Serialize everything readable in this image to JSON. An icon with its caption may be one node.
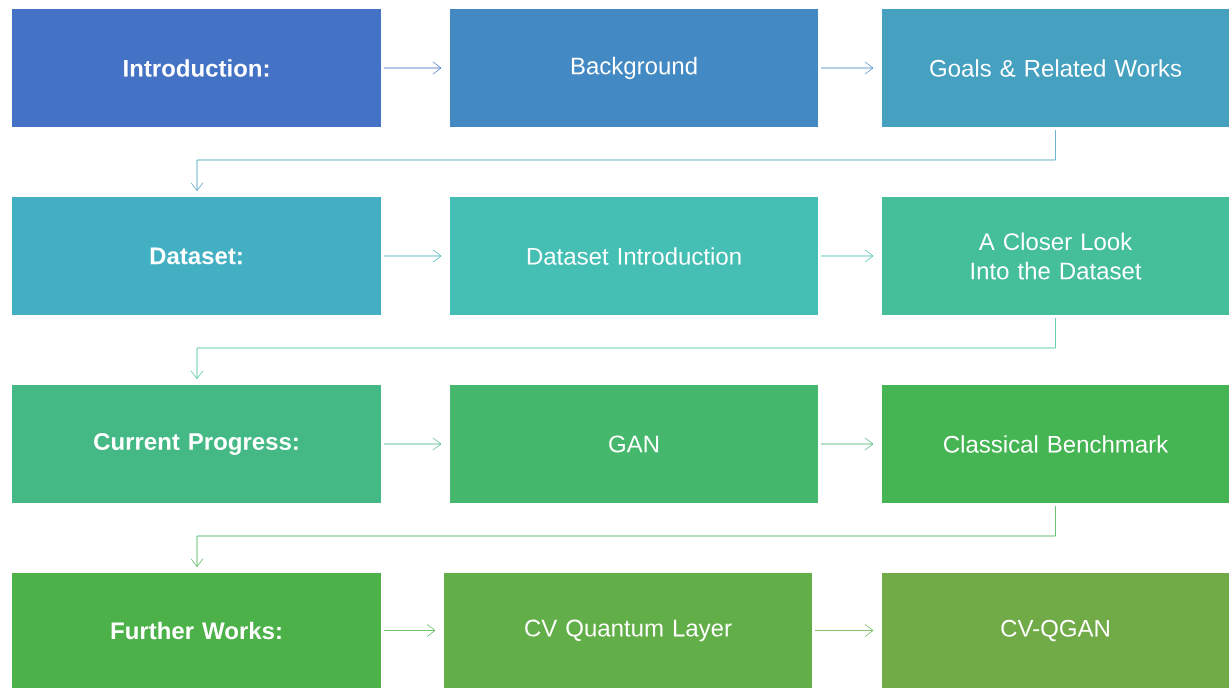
{
  "diagram": {
    "nodes": [
      {
        "text": [
          "Introduction:"
        ]
      },
      {
        "text": [
          "Background"
        ]
      },
      {
        "text": [
          "Goals & Related Works"
        ]
      },
      {
        "text": [
          "Dataset:"
        ]
      },
      {
        "text": [
          "Dataset Introduction"
        ]
      },
      {
        "text": [
          "A Closer Look Into the Dataset"
        ]
      },
      {
        "text": [
          "Current Progress:"
        ]
      },
      {
        "text": [
          "GAN"
        ]
      },
      {
        "text": [
          "Classical Benchmark"
        ]
      },
      {
        "text": [
          "Further Works:"
        ]
      },
      {
        "text": [
          "CV Quantum Layer"
        ]
      },
      {
        "text": [
          "CV-QGAN"
        ]
      }
    ],
    "edges": [
      {
        "from": 0,
        "to": 1,
        "arrow": "to",
        "color": "#4472c4"
      },
      {
        "from": 1,
        "to": 2,
        "arrow": "to",
        "color": "#4389c3"
      },
      {
        "from": 2,
        "to": 3,
        "arrow": "to",
        "color": "#46a0c0"
      },
      {
        "from": 3,
        "to": 4,
        "arrow": "to",
        "color": "#42b0c2"
      },
      {
        "from": 4,
        "to": 5,
        "arrow": "to",
        "color": "#45bfb3"
      },
      {
        "from": 5,
        "to": 6,
        "arrow": "to",
        "color": "#44bf9a"
      },
      {
        "from": 6,
        "to": 7,
        "arrow": "to",
        "color": "#45b985"
      },
      {
        "from": 7,
        "to": 8,
        "arrow": "to",
        "color": "#45b86e"
      },
      {
        "from": 8,
        "to": 9,
        "arrow": "to",
        "color": "#45b453"
      },
      {
        "from": 9,
        "to": 10,
        "arrow": "to",
        "color": "#4bb148"
      },
      {
        "from": 10,
        "to": 11,
        "arrow": "to",
        "color": "#62ae48"
      }
    ]
  }
}
